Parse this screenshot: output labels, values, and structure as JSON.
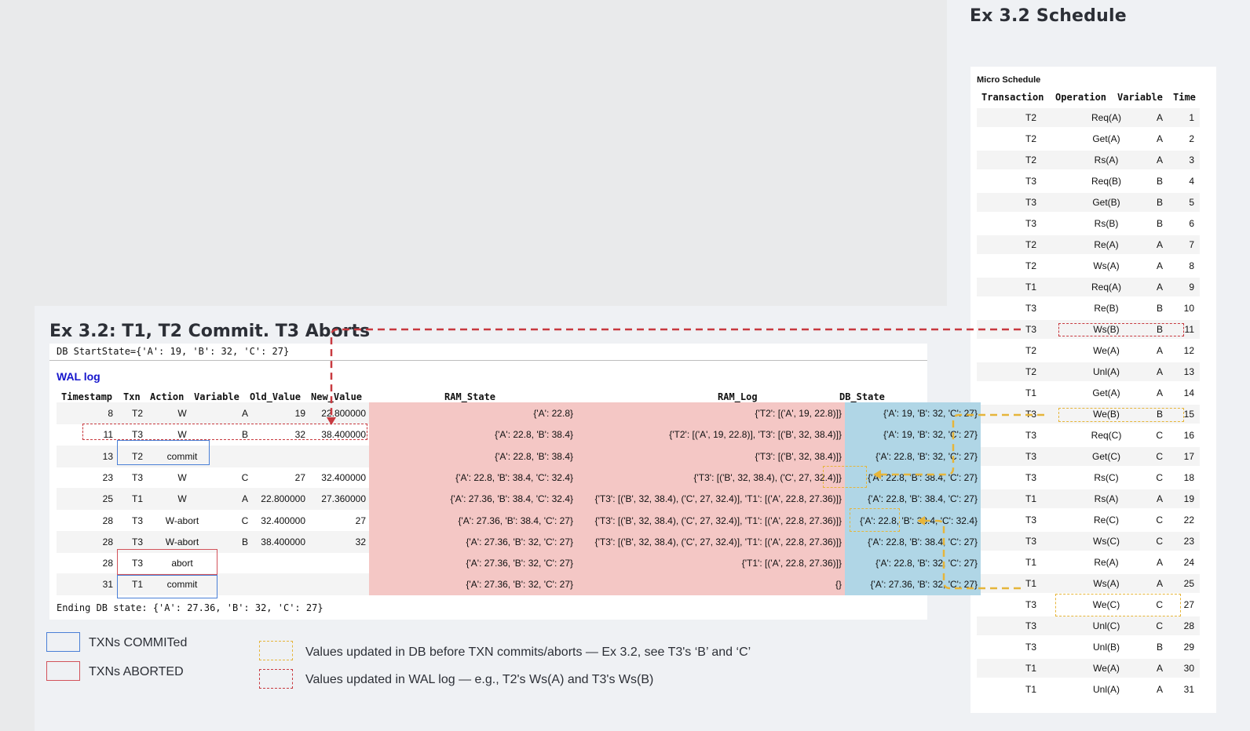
{
  "right": {
    "title": "Ex 3.2 Schedule",
    "caption": "Micro Schedule",
    "columns": [
      "Transaction",
      "Operation",
      "Variable",
      "Time"
    ],
    "rows": [
      [
        "T2",
        "Req(A)",
        "A",
        "1"
      ],
      [
        "T2",
        "Get(A)",
        "A",
        "2"
      ],
      [
        "T2",
        "Rs(A)",
        "A",
        "3"
      ],
      [
        "T3",
        "Req(B)",
        "B",
        "4"
      ],
      [
        "T3",
        "Get(B)",
        "B",
        "5"
      ],
      [
        "T3",
        "Rs(B)",
        "B",
        "6"
      ],
      [
        "T2",
        "Re(A)",
        "A",
        "7"
      ],
      [
        "T2",
        "Ws(A)",
        "A",
        "8"
      ],
      [
        "T1",
        "Req(A)",
        "A",
        "9"
      ],
      [
        "T3",
        "Re(B)",
        "B",
        "10"
      ],
      [
        "T3",
        "Ws(B)",
        "B",
        "11"
      ],
      [
        "T2",
        "We(A)",
        "A",
        "12"
      ],
      [
        "T2",
        "Unl(A)",
        "A",
        "13"
      ],
      [
        "T1",
        "Get(A)",
        "A",
        "14"
      ],
      [
        "T3",
        "We(B)",
        "B",
        "15"
      ],
      [
        "T3",
        "Req(C)",
        "C",
        "16"
      ],
      [
        "T3",
        "Get(C)",
        "C",
        "17"
      ],
      [
        "T3",
        "Rs(C)",
        "C",
        "18"
      ],
      [
        "T1",
        "Rs(A)",
        "A",
        "19"
      ],
      [
        "T3",
        "Re(C)",
        "C",
        "22"
      ],
      [
        "T3",
        "Ws(C)",
        "C",
        "23"
      ],
      [
        "T1",
        "Re(A)",
        "A",
        "24"
      ],
      [
        "T1",
        "Ws(A)",
        "A",
        "25"
      ],
      [
        "T3",
        "We(C)",
        "C",
        "27"
      ],
      [
        "T3",
        "Unl(C)",
        "C",
        "28"
      ],
      [
        "T3",
        "Unl(B)",
        "B",
        "29"
      ],
      [
        "T1",
        "We(A)",
        "A",
        "30"
      ],
      [
        "T1",
        "Unl(A)",
        "A",
        "31"
      ]
    ]
  },
  "main": {
    "title": "Ex 3.2: T1, T2 Commit. T3 Aborts",
    "start_state": "DB StartState={'A': 19, 'B': 32, 'C': 27}",
    "wal_label": "WAL log",
    "columns": [
      "Timestamp",
      "Txn",
      "Action",
      "Variable",
      "Old_Value",
      "New_Value",
      "RAM_State",
      "RAM_Log",
      "DB_State"
    ],
    "rows": [
      [
        "8",
        "T2",
        "W",
        "A",
        "19",
        "22.800000",
        "{'A': 22.8}",
        "{'T2': [('A', 19, 22.8)]}",
        "{'A': 19, 'B': 32, 'C': 27}"
      ],
      [
        "11",
        "T3",
        "W",
        "B",
        "32",
        "38.400000",
        "{'A': 22.8, 'B': 38.4}",
        "{'T2': [('A', 19, 22.8)], 'T3': [('B', 32, 38.4)]}",
        "{'A': 19, 'B': 32, 'C': 27}"
      ],
      [
        "13",
        "T2",
        "commit",
        "",
        "",
        "",
        "{'A': 22.8, 'B': 38.4}",
        "{'T3': [('B', 32, 38.4)]}",
        "{'A': 22.8, 'B': 32, 'C': 27}"
      ],
      [
        "23",
        "T3",
        "W",
        "C",
        "27",
        "32.400000",
        "{'A': 22.8, 'B': 38.4, 'C': 32.4}",
        "{'T3': [('B', 32, 38.4), ('C', 27, 32.4)]}",
        "{'A': 22.8, 'B': 38.4, 'C': 27}"
      ],
      [
        "25",
        "T1",
        "W",
        "A",
        "22.800000",
        "27.360000",
        "{'A': 27.36, 'B': 38.4, 'C': 32.4}",
        "{'T3': [('B', 32, 38.4), ('C', 27, 32.4)], 'T1': [('A', 22.8, 27.36)]}",
        "{'A': 22.8, 'B': 38.4, 'C': 27}"
      ],
      [
        "28",
        "T3",
        "W-abort",
        "C",
        "32.400000",
        "27",
        "{'A': 27.36, 'B': 38.4, 'C': 27}",
        "{'T3': [('B', 32, 38.4), ('C', 27, 32.4)], 'T1': [('A', 22.8, 27.36)]}",
        "{'A': 22.8, 'B': 38.4, 'C': 32.4}"
      ],
      [
        "28",
        "T3",
        "W-abort",
        "B",
        "38.400000",
        "32",
        "{'A': 27.36, 'B': 32, 'C': 27}",
        "{'T3': [('B', 32, 38.4), ('C', 27, 32.4)], 'T1': [('A', 22.8, 27.36)]}",
        "{'A': 22.8, 'B': 38.4, 'C': 27}"
      ],
      [
        "28",
        "T3",
        "abort",
        "",
        "",
        "",
        "{'A': 27.36, 'B': 32, 'C': 27}",
        "{'T1': [('A', 22.8, 27.36)]}",
        "{'A': 22.8, 'B': 32, 'C': 27}"
      ],
      [
        "31",
        "T1",
        "commit",
        "",
        "",
        "",
        "{'A': 27.36, 'B': 32, 'C': 27}",
        "{}",
        "{'A': 27.36, 'B': 32, 'C': 27}"
      ]
    ],
    "end_state": "Ending DB state: {'A': 27.36, 'B': 32, 'C': 27}"
  },
  "legend": {
    "committed": "TXNs COMMITed",
    "aborted": "TXNs ABORTED",
    "yellow": "Values updated in DB before TXN commits/aborts — Ex 3.2, see T3's ‘B’ and ‘C’",
    "red": "Values updated in WAL log — e.g., T2's Ws(A) and T3's Ws(B)"
  },
  "colors": {
    "ram_bg": "#f4c7c5",
    "db_bg": "#b0d6e6",
    "commit_box": "#4a7fd6",
    "abort_box": "#d2525a",
    "yellow_dash": "#e6b53a",
    "red_dash": "#c8393f"
  }
}
